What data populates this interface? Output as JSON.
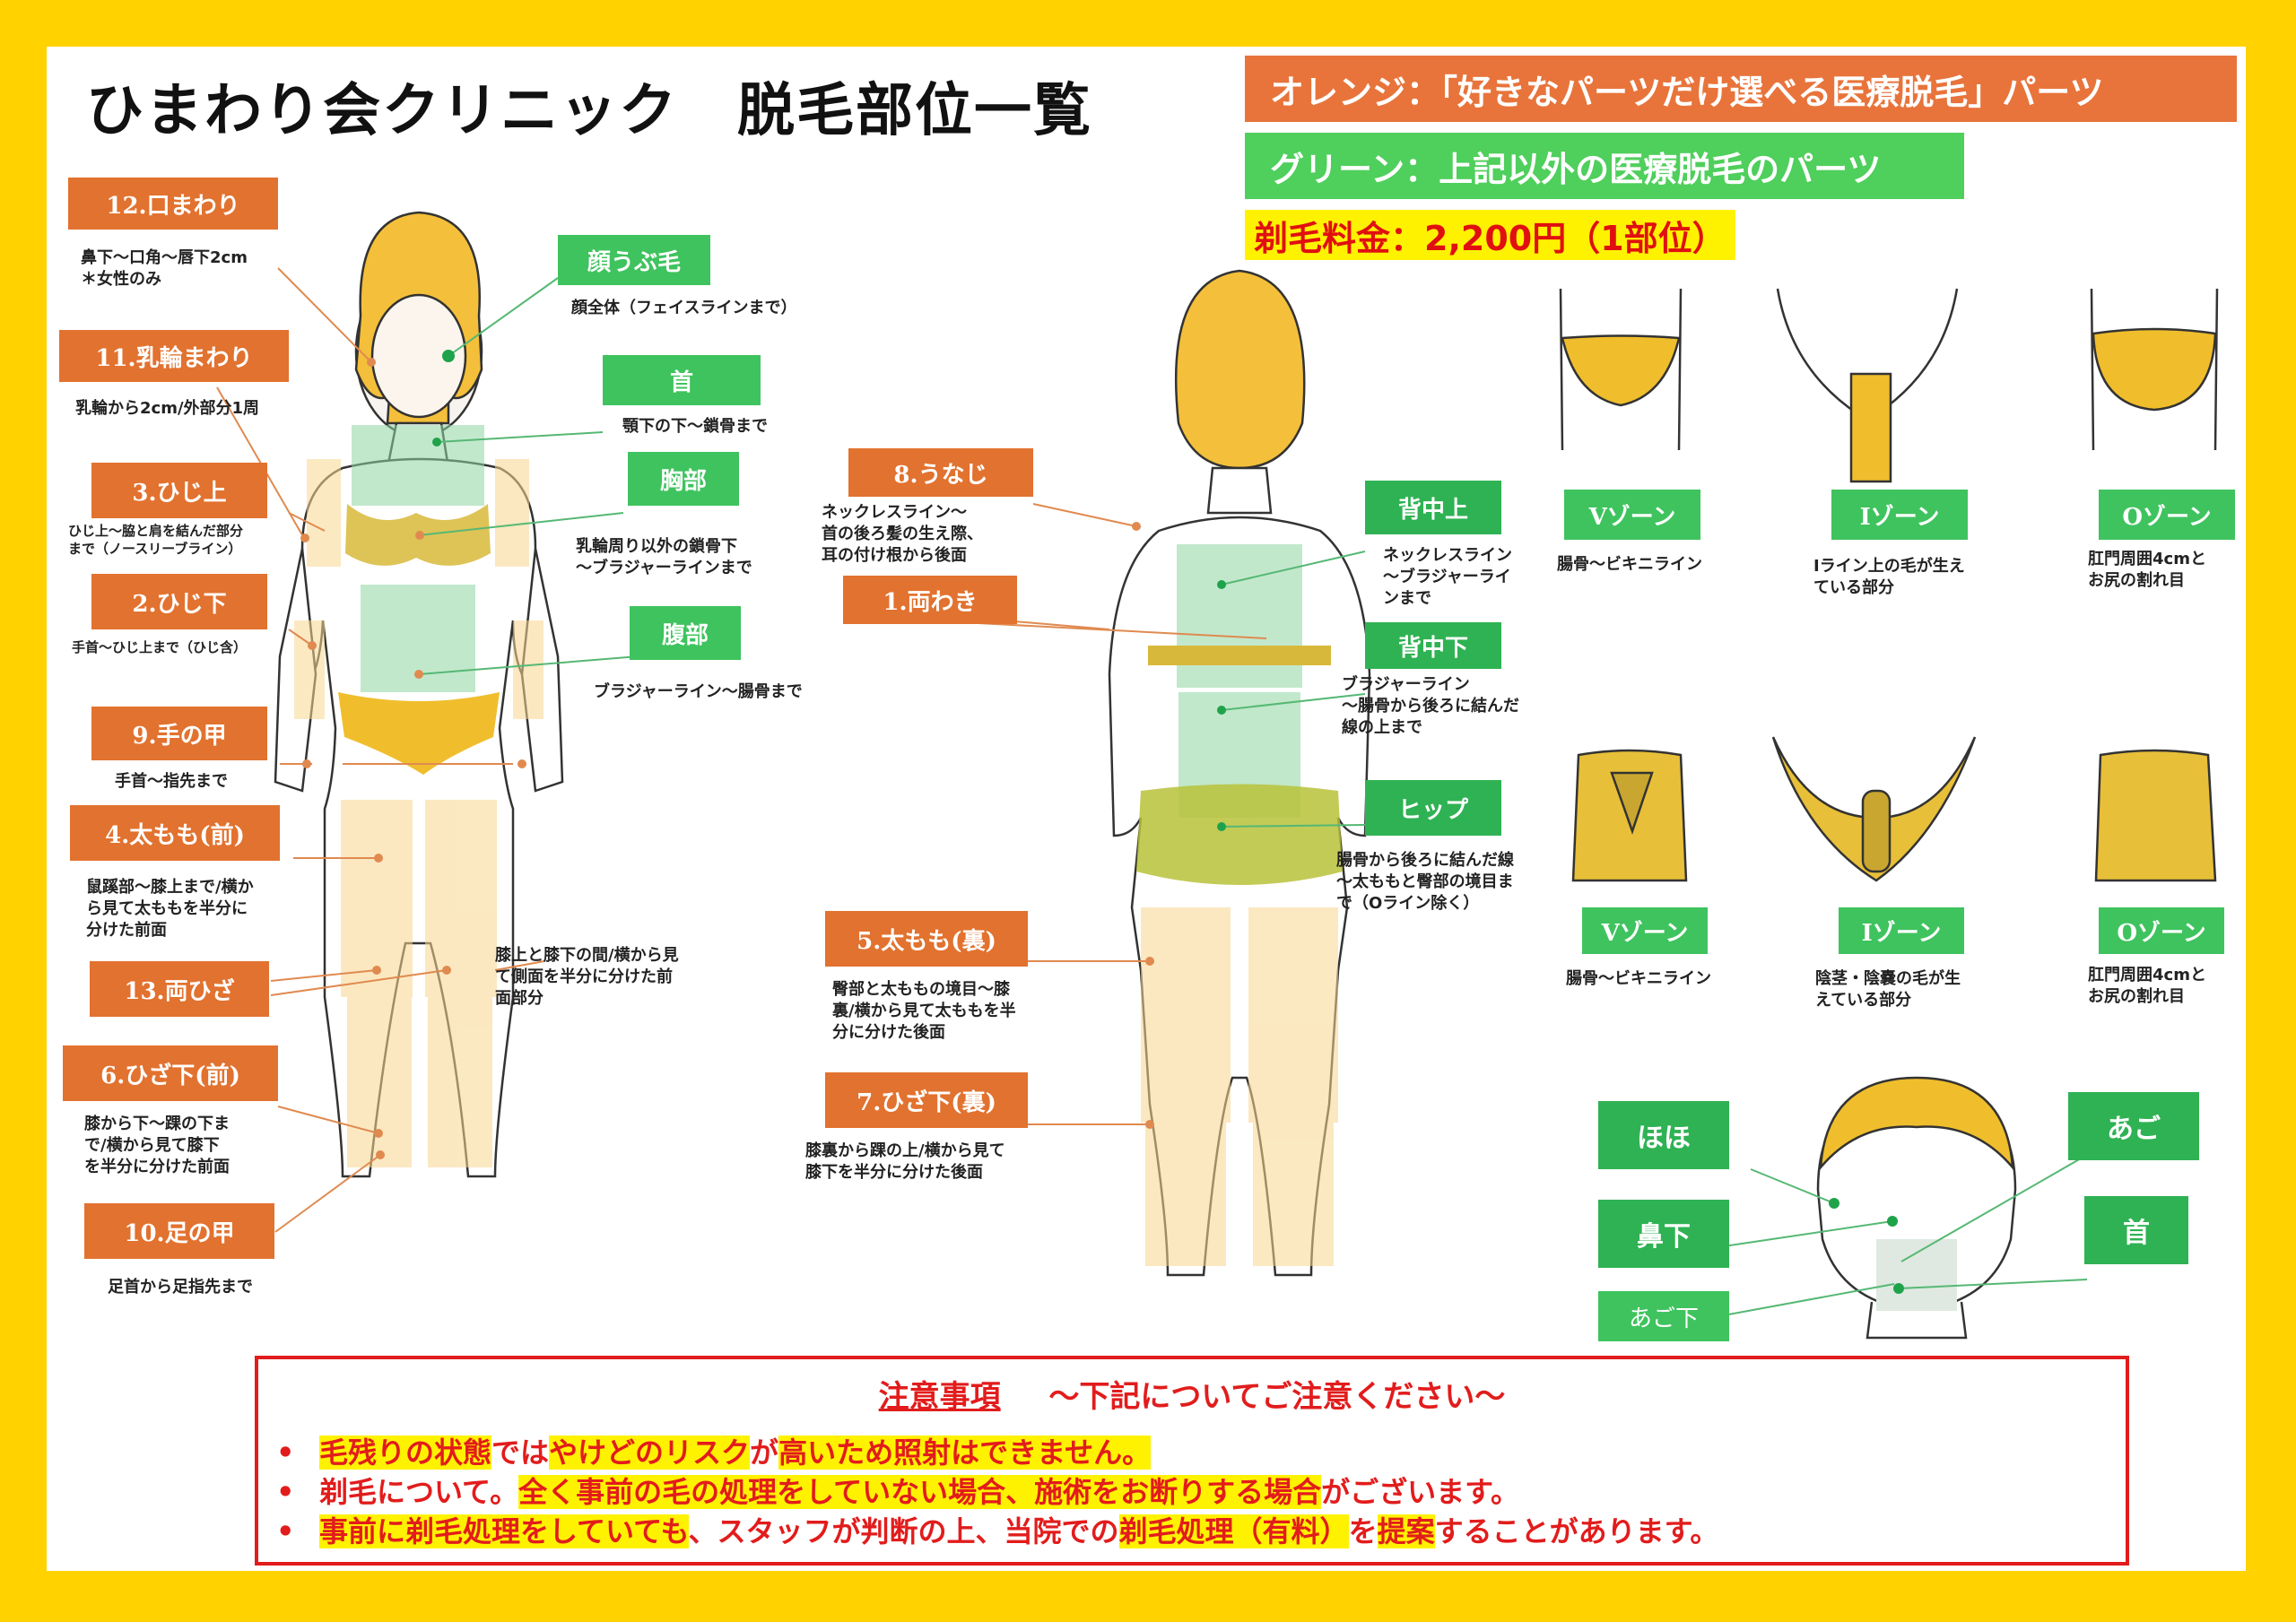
{
  "title": "ひまわり会クリニック　脱毛部位一覧",
  "legend": {
    "orange": "オレンジ：「好きなパーツだけ選べる医療脱毛」パーツ",
    "green": "グリーン：上記以外の医療脱毛のパーツ",
    "shaving_fee": "剃毛料金：2,200円（1部位）"
  },
  "colors": {
    "orange": "#e2722f",
    "green": "#3fc35e",
    "frame": "#ffd200",
    "notice": "#e21c1c",
    "highlight": "#fff200"
  },
  "front": {
    "p12": {
      "label": "12.口まわり",
      "desc": "鼻下〜口角〜唇下2cm\n＊女性のみ"
    },
    "face": {
      "label": "顔うぶ毛",
      "desc": "顔全体（フェイスラインまで）"
    },
    "p11": {
      "label": "11.乳輪まわり",
      "desc": "乳輪から2cm/外部分1周"
    },
    "neck": {
      "label": "首",
      "desc": "顎下の下〜鎖骨まで"
    },
    "chest": {
      "label": "胸部",
      "desc": "乳輪周り以外の鎖骨下\n〜ブラジャーラインまで"
    },
    "p3": {
      "label": "3.ひじ上",
      "desc": "ひじ上〜脇と肩を結んだ部分\nまで（ノースリーブライン）"
    },
    "p2": {
      "label": "2.ひじ下",
      "desc": "手首〜ひじ上まで（ひじ含）"
    },
    "belly": {
      "label": "腹部",
      "desc": "ブラジャーライン〜腸骨まで"
    },
    "p9": {
      "label": "9.手の甲",
      "desc": "手首〜指先まで"
    },
    "p4": {
      "label": "4.太もも(前)",
      "desc": "鼠蹊部〜膝上まで/横か\nら見て太ももを半分に\n分けた前面"
    },
    "p13": {
      "label": "13.両ひざ",
      "desc": "膝上と膝下の間/横から見\nて側面を半分に分けた前\n面部分"
    },
    "p6": {
      "label": "6.ひざ下(前)",
      "desc": "膝から下〜踝の下ま\nで/横から見て膝下\nを半分に分けた前面"
    },
    "p10": {
      "label": "10.足の甲",
      "desc": "足首から足指先まで"
    }
  },
  "back": {
    "p8": {
      "label": "8.うなじ",
      "desc": "ネックレスライン〜\n首の後ろ髪の生え際、\n耳の付け根から後面"
    },
    "p1": {
      "label": "1.両わき"
    },
    "upper": {
      "label": "背中上",
      "desc": "ネックレスライン\n〜ブラジャーライ\nンまで"
    },
    "lower": {
      "label": "背中下",
      "desc": "ブラジャーライン\n〜腸骨から後ろに結んだ\n線の上まで"
    },
    "hip": {
      "label": "ヒップ",
      "desc": "腸骨から後ろに結んだ線\n〜太ももと臀部の境目ま\nで（Oライン除く）"
    },
    "p5": {
      "label": "5.太もも(裏)",
      "desc": "臀部と太ももの境目〜膝\n裏/横から見て太ももを半\n分に分けた後面"
    },
    "p7": {
      "label": "7.ひざ下(裏)",
      "desc": "膝裏から踝の上/横から見て\n膝下を半分に分けた後面"
    }
  },
  "zones_top": {
    "v": {
      "label": "Vゾーン",
      "desc": "腸骨〜ビキニライン"
    },
    "i": {
      "label": "Iゾーン",
      "desc": "Iライン上の毛が生え\nている部分"
    },
    "o": {
      "label": "Oゾーン",
      "desc": "肛門周囲4cmと\nお尻の割れ目"
    }
  },
  "zones_bottom": {
    "v": {
      "label": "Vゾーン",
      "desc": "腸骨〜ビキニライン"
    },
    "i": {
      "label": "Iゾーン",
      "desc": "陰茎・陰嚢の毛が生\nえている部分"
    },
    "o": {
      "label": "Oゾーン",
      "desc": "肛門周囲4cmと\nお尻の割れ目"
    }
  },
  "male_face": {
    "cheek": "ほほ",
    "under_nose": "鼻下",
    "under_chin": "あご下",
    "chin": "あご",
    "neck": "首"
  },
  "notes": {
    "heading_main": "注意事項",
    "heading_sub": "〜下記についてご注意ください〜",
    "items": [
      {
        "a": "毛残りの状態",
        "b": "では",
        "c": "やけどのリスク",
        "d": "が",
        "e": "高いため照射はできません。",
        "f": ""
      },
      {
        "a": "剃毛について。",
        "b": "",
        "c": "全く事前の毛の処理をしていない場合、",
        "d": "",
        "e": "施術をお断りする場合",
        "f": "がございます。"
      },
      {
        "a": "事前に剃毛処理をしていても",
        "b": "、スタッフが判断の上、当院での",
        "c": "剃毛処理（有料）",
        "d": "を",
        "e": "提案",
        "f": "することがあります。"
      }
    ]
  }
}
